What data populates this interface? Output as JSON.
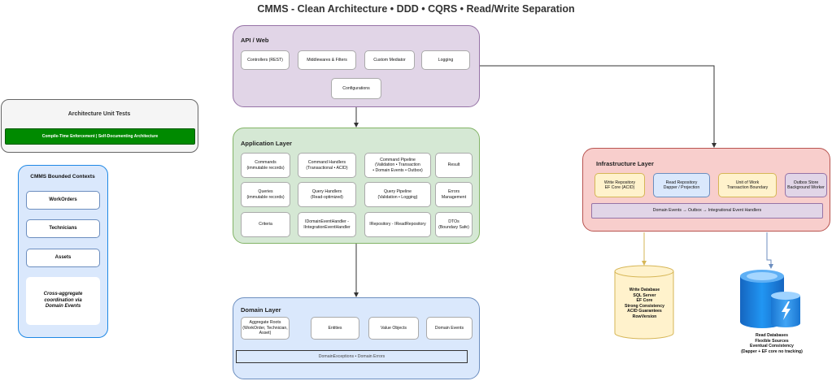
{
  "title": "CMMS - Clean Architecture • DDD • CQRS • Read/Write Separation",
  "colors": {
    "api_fill": "#e1d5e7",
    "api_border": "#9673a6",
    "app_fill": "#d5e8d4",
    "app_border": "#82b366",
    "domain_fill": "#dae8fc",
    "domain_border": "#6c8ebf",
    "infra_fill": "#f8cecc",
    "infra_border": "#b85450",
    "tests_fill": "#f5f5f5",
    "tests_border": "#666666",
    "green_bar": "#008a00",
    "db_fill": "#fff2cc",
    "db_border": "#d6b656",
    "azure_blue": "#1e88e5"
  },
  "api": {
    "title": "API / Web",
    "controllers": "Controllers (REST)",
    "middlewares": "Middlewares & Filters",
    "mediator": "Custom Mediator",
    "logging": "Logging",
    "configurations": "Configurations"
  },
  "app": {
    "title": "Application Layer",
    "commands_l1": "Commands",
    "commands_l2": "(immutable records)",
    "cmd_handlers_l1": "Command Handlers",
    "cmd_handlers_l2": "(Transactional • ACID)",
    "cmd_pipeline_l1": "Command Pipeline",
    "cmd_pipeline_l2": "(Validation • Transaction",
    "cmd_pipeline_l3": "• Domain Events • Outbox)",
    "result": "Result",
    "queries_l1": "Queries",
    "queries_l2": "(immutable records)",
    "query_handlers_l1": "Query Handlers",
    "query_handlers_l2": "(Read-optimized)",
    "query_pipeline_l1": "Query Pipeline",
    "query_pipeline_l2": "(Validation • Logging)",
    "errors_l1": "Errors",
    "errors_l2": "Management",
    "criteria": "Criteria",
    "event_handler_l1": "IDomainEventHandler -",
    "event_handler_l2": "IIntegrationEventHandler",
    "repository": "IRepository - IReadRepository",
    "dtos_l1": "DTOs",
    "dtos_l2": "(Boundary Safe)"
  },
  "domain": {
    "title": "Domain Layer",
    "aggregate_l1": "Aggregate Roots",
    "aggregate_l2": "(WorkOrder, Technician,",
    "aggregate_l3": "Asset)",
    "entities": "Entities",
    "value_objects": "Value Objects",
    "domain_events": "Domain Events",
    "exceptions": "DomainExceptions • Domain Errors"
  },
  "infra": {
    "title": "Infrastructure Layer",
    "write_repo_l1": "Write Repository",
    "write_repo_l2": "EF Core (ACID)",
    "read_repo_l1": "Read Repository",
    "read_repo_l2": "Dapper / Projection",
    "uow_l1": "Unit of Work",
    "uow_l2": "Transaction Boundary",
    "outbox_l1": "Outbox Store",
    "outbox_l2": "Background Worker",
    "flow": "Domain Events → Outbox → Integrational Event Handlers"
  },
  "tests": {
    "title": "Architecture Unit Tests",
    "bar": "Compile-Time Enforcement | Self-Documenting Architecture"
  },
  "contexts": {
    "title": "CMMS Bounded Contexts",
    "items": [
      "WorkOrders",
      "Technicians",
      "Assets"
    ],
    "note_l1": "Cross-aggregate",
    "note_l2": "coordination via",
    "note_l3": "Domain Events"
  },
  "write_db": {
    "lines": [
      "Write Database",
      "SQL Server",
      "EF Core",
      "Strong Consistency",
      "ACID Guarantees",
      "RowVersion"
    ]
  },
  "read_db": {
    "lines": [
      "Read Databases",
      "Flexible Sources",
      "Eventual Consistency",
      "(Dapper + EF core no tracking)"
    ]
  }
}
